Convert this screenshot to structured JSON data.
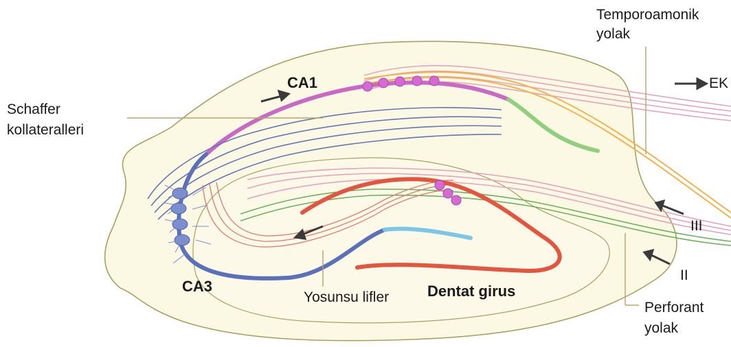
{
  "labels": {
    "ca1": "CA1",
    "ca3": "CA3",
    "dentate": "Dentat girus",
    "schaffer_1": "Schaffer",
    "schaffer_2": "kollateralleri",
    "temporo_1": "Temporoamonik",
    "temporo_2": "yolak",
    "ek": "EK",
    "iii": "III",
    "ii": "II",
    "perforant_1": "Perforant",
    "perforant_2": "yolak",
    "mossy": "Yosunsu lifler"
  },
  "colors": {
    "outline": "#a7a160",
    "background_fill": "#fbf8e4",
    "ca1_layer": "#c86ac4",
    "ca3_layer": "#5a70b8",
    "schaffer_fibers": "#6476b4",
    "dentate": "#e2553f",
    "dentate_tip": "#7cc7e6",
    "green_fiber": "#6ab35a",
    "orange_fiber": "#f0b34d",
    "pink_fiber": "#e6a3bf",
    "neuron_pink": "#d56ad5",
    "neuron_blue": "#7b8fcf",
    "leader_line": "#b8a46a",
    "arrow": "#3a3a3a"
  },
  "icons": [
    "arrow-icon",
    "neuron-icon"
  ]
}
